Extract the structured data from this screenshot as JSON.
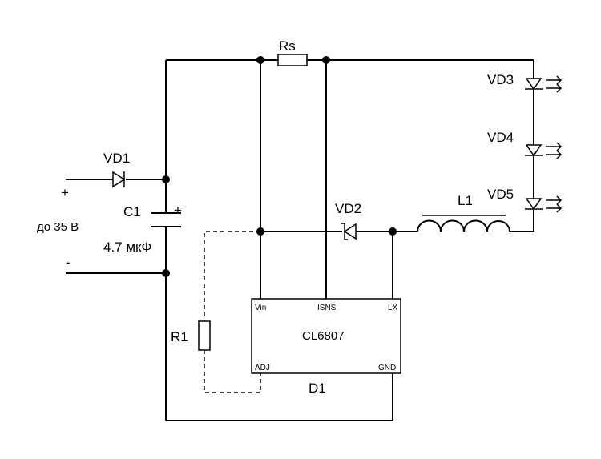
{
  "labels": {
    "rs": "Rs",
    "vd1": "VD1",
    "vd2": "VD2",
    "vd3": "VD3",
    "vd4": "VD4",
    "vd5": "VD5",
    "l1": "L1",
    "c1": "C1",
    "c1_value": "4.7 мкФ",
    "c1_plus": "+",
    "r1": "R1",
    "d1": "D1",
    "plus": "+",
    "minus": "-",
    "voltage": "до 35 В"
  },
  "ic": {
    "name": "CL6807",
    "pins": {
      "vin": "Vin",
      "isns": "ISNS",
      "lx": "LX",
      "adj": "ADJ",
      "gnd": "GND"
    }
  }
}
